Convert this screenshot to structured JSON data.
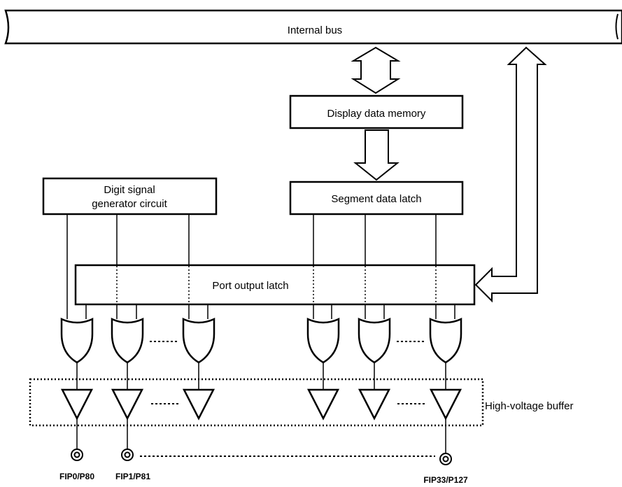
{
  "diagram": {
    "bus_label": "Internal bus",
    "display_memory_label": "Display data memory",
    "digit_generator_line1": "Digit signal",
    "digit_generator_line2": "generator circuit",
    "segment_latch_label": "Segment data latch",
    "port_latch_label": "Port output latch",
    "buffer_label": "High-voltage buffer",
    "pins": [
      "FIP0/P80",
      "FIP1/P81",
      "FIP33/P127"
    ]
  }
}
